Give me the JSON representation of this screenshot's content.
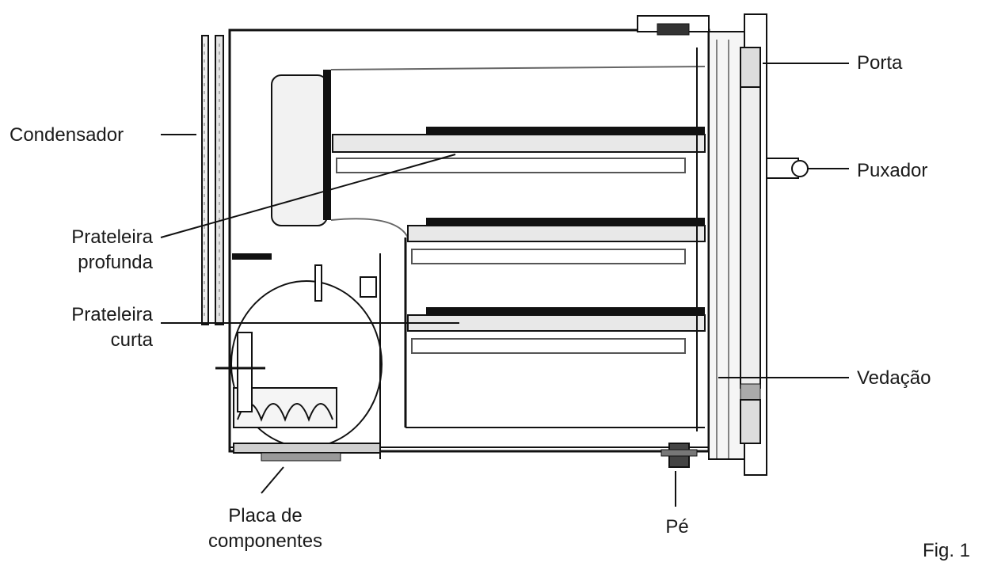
{
  "labels": {
    "porta": "Porta",
    "condensador": "Condensador",
    "puxador": "Puxador",
    "prateleira_profunda_1": "Prateleira",
    "prateleira_profunda_2": "profunda",
    "prateleira_curta_1": "Prateleira",
    "prateleira_curta_2": "curta",
    "vedacao": "Vedação",
    "placa_1": "Placa de",
    "placa_2": "componentes",
    "pe": "Pé",
    "fig": "Fig. 1"
  }
}
